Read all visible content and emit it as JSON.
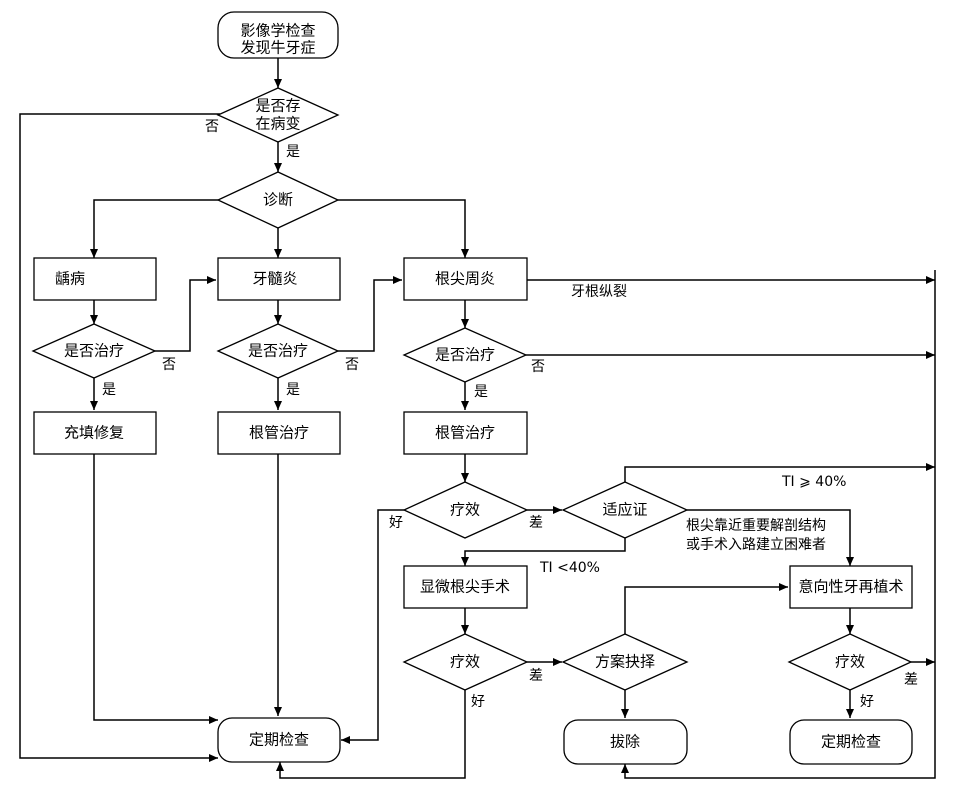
{
  "nodes": {
    "start_line1": "影像学检查",
    "start_line2": "发现牛牙症",
    "lesion_line1": "是否存",
    "lesion_line2": "在病变",
    "diagnosis": "诊断",
    "caries": "龋病",
    "pulpitis": "牙髓炎",
    "periapical": "根尖周炎",
    "treat_caries": "是否治疗",
    "treat_pulpitis": "是否治疗",
    "treat_periapical": "是否治疗",
    "filling": "充填修复",
    "rct_pulpitis": "根管治疗",
    "rct_periapical": "根管治疗",
    "efficacy1": "疗效",
    "indication": "适应证",
    "micro_surgery": "显微根尖手术",
    "intentional_replant": "意向性牙再植术",
    "efficacy2": "疗效",
    "plan_choice": "方案抉择",
    "efficacy3": "疗效",
    "periodic_check_main": "定期检查",
    "extraction": "拔除",
    "periodic_check_right": "定期检查"
  },
  "edges": {
    "lesion_no": "否",
    "lesion_yes": "是",
    "vertical_root_fracture": "牙根纵裂",
    "caries_no": "否",
    "caries_yes": "是",
    "pulpitis_no": "否",
    "pulpitis_yes": "是",
    "periapical_no": "否",
    "periapical_yes": "是",
    "efficacy1_good": "好",
    "efficacy1_poor": "差",
    "ti_high": "TI ⩾ 40%",
    "ti_low": "TI <40%",
    "anatomy_line1": "根尖靠近重要解剖结构",
    "anatomy_line2": "或手术入路建立困难者",
    "efficacy2_poor": "差",
    "efficacy2_good": "好",
    "efficacy3_good": "好",
    "efficacy3_poor": "差"
  }
}
